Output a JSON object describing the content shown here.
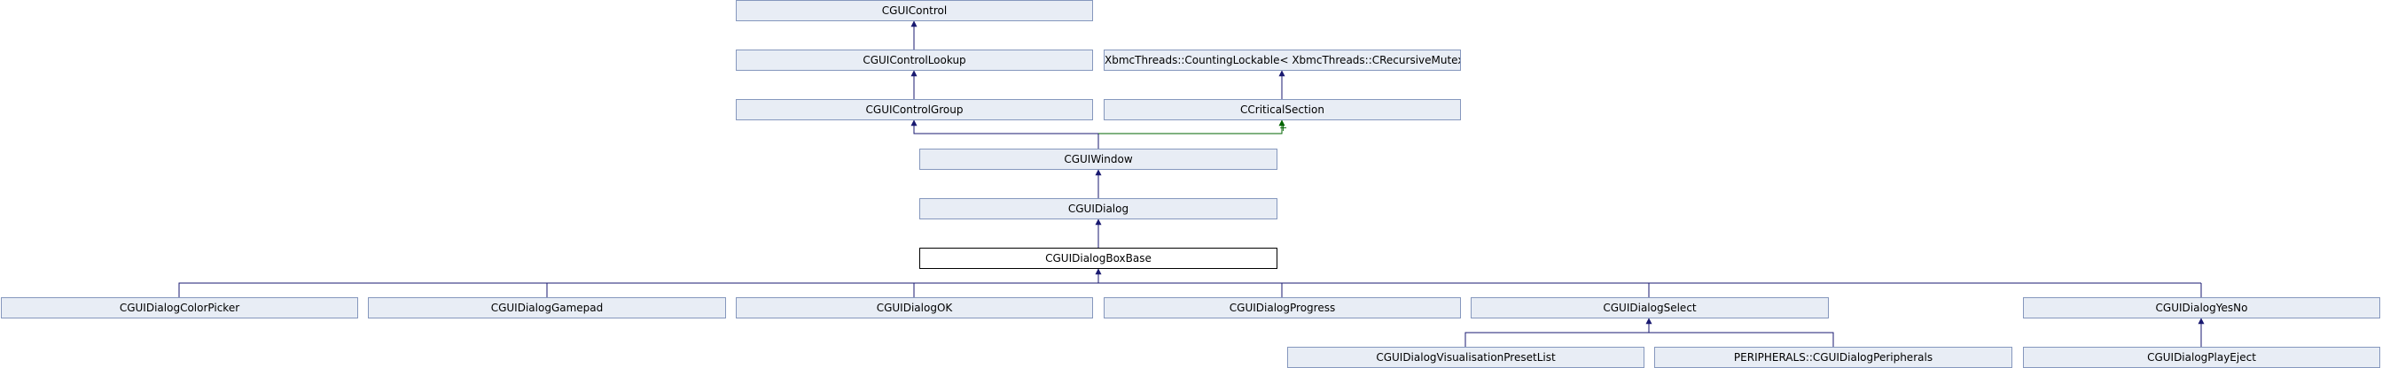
{
  "colors": {
    "edge": "#191970",
    "edge_template": "#006400",
    "node_fill": "#e8edf5",
    "node_border": "#8597bd",
    "current_border": "#000000"
  },
  "nodes": {
    "cguicontrol": "CGUIControl",
    "cguicontrollookup": "CGUIControlLookup",
    "countinglockable": "XbmcThreads::CountingLockable< XbmcThreads::CRecursiveMutex >",
    "cguicontrolgroup": "CGUIControlGroup",
    "ccriticalsection": "CCriticalSection",
    "cguiwindow": "CGUIWindow",
    "cguidialog": "CGUIDialog",
    "cguidialogboxbase": "CGUIDialogBoxBase",
    "colorpicker": "CGUIDialogColorPicker",
    "gamepad": "CGUIDialogGamepad",
    "ok": "CGUIDialogOK",
    "progress": "CGUIDialogProgress",
    "select": "CGUIDialogSelect",
    "yesno": "CGUIDialogYesNo",
    "visualisationpresetlist": "CGUIDialogVisualisationPresetList",
    "peripherals": "PERIPHERALS::CGUIDialogPeripherals",
    "playeject": "CGUIDialogPlayEject"
  },
  "edge_labels": {
    "template_plus": "+"
  }
}
